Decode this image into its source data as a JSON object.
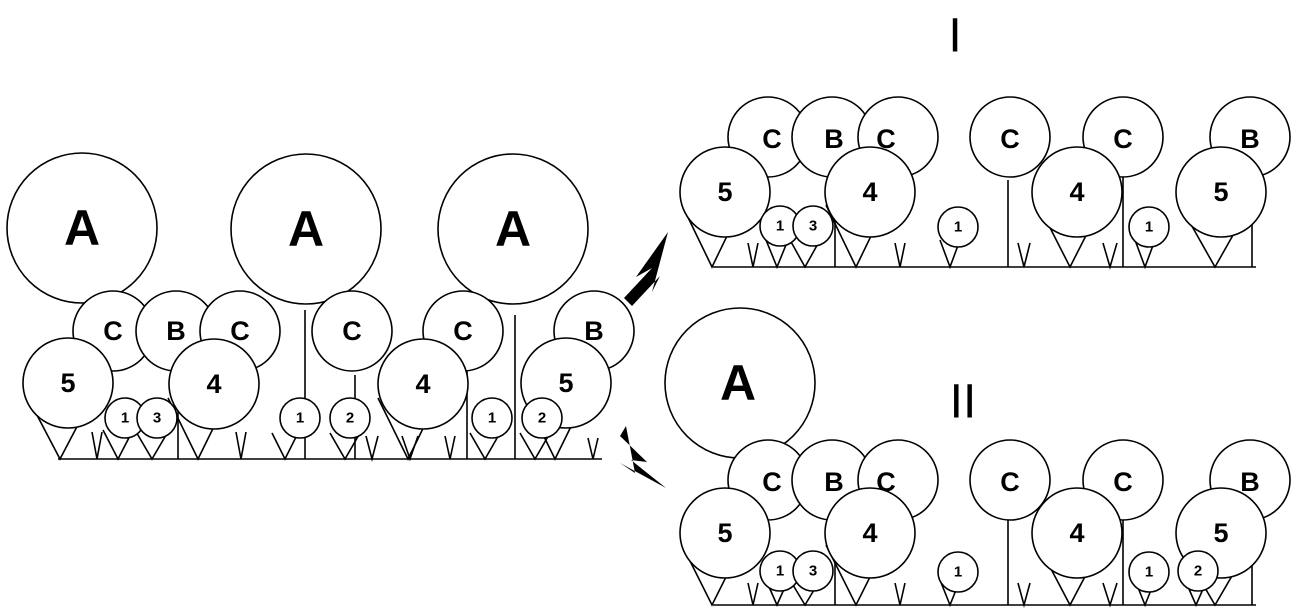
{
  "labels": {
    "tall_tree": "A",
    "mid_tree_c": "C",
    "mid_tree_b": "B",
    "young_5": "5",
    "young_4": "4",
    "seedling_1": "1",
    "seedling_2": "2",
    "seedling_3": "3"
  },
  "scenario_labels": {
    "scenario_one": "I",
    "scenario_two": "II"
  },
  "colors": {
    "stroke": "#000000",
    "fill": "#ffffff"
  },
  "arrow_icons": [
    "arrow-to-scenario-i-icon",
    "arrow-to-scenario-ii-icon"
  ]
}
